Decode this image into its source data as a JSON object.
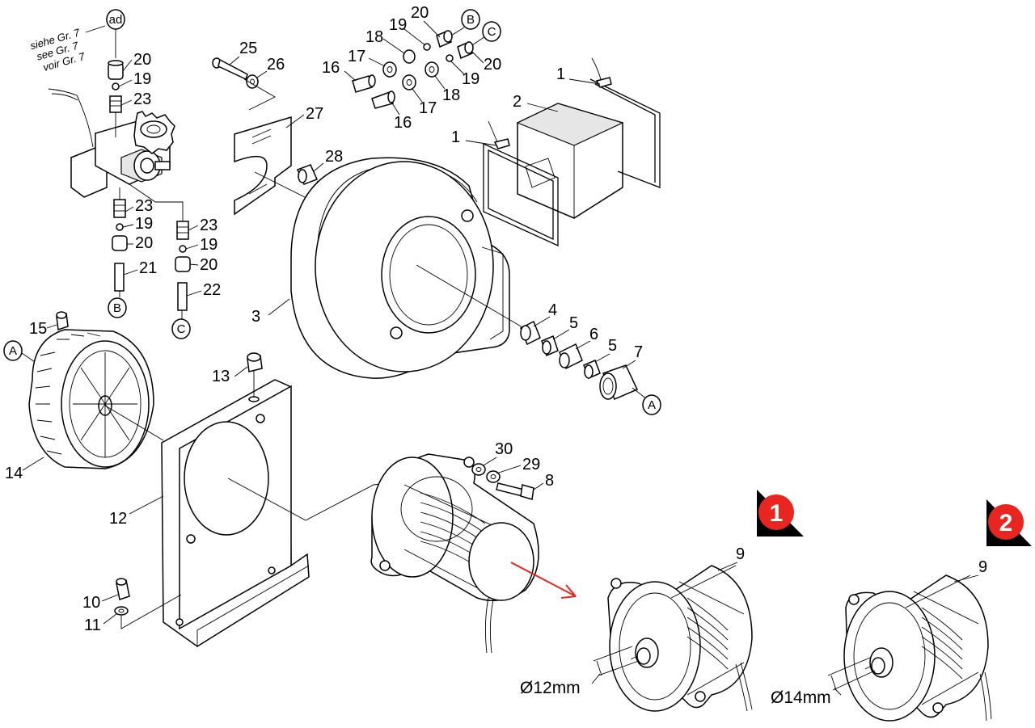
{
  "labels": {
    "l1a": "1",
    "l1b": "1",
    "l2": "2",
    "l3": "3",
    "l4": "4",
    "l5a": "5",
    "l5b": "5",
    "l6": "6",
    "l7": "7",
    "l8": "8",
    "l9a": "9",
    "l9b": "9",
    "l10": "10",
    "l11": "11",
    "l12": "12",
    "l13": "13",
    "l14": "14",
    "l15": "15",
    "l16a": "16",
    "l16b": "16",
    "l17a": "17",
    "l17b": "17",
    "l18a": "18",
    "l18b": "18",
    "l19a": "19",
    "l19b": "19",
    "l19c": "19",
    "l19d": "19",
    "l19e": "19",
    "l20a": "20",
    "l20b": "20",
    "l20c": "20",
    "l20d": "20",
    "l20e": "20",
    "l21": "21",
    "l22": "22",
    "l23a": "23",
    "l23b": "23",
    "l23c": "23",
    "l25": "25",
    "l26": "26",
    "l27": "27",
    "l28": "28",
    "l29": "29",
    "l30": "30"
  },
  "refs": {
    "ad": "ad",
    "A1": "A",
    "A2": "A",
    "B1": "B",
    "B2": "B",
    "C1": "C",
    "C2": "C"
  },
  "note": {
    "line1": "siehe Gr. 7",
    "line2": "see Gr. 7",
    "line3": "voir Gr. 7"
  },
  "variants": {
    "v1": "1",
    "v2": "2"
  },
  "dimensions": {
    "d12": "Ø12mm",
    "d14": "Ø14mm"
  },
  "colors": {
    "variant_badge": "#e8261f",
    "arrow": "#e8261f",
    "line": "#000000"
  }
}
